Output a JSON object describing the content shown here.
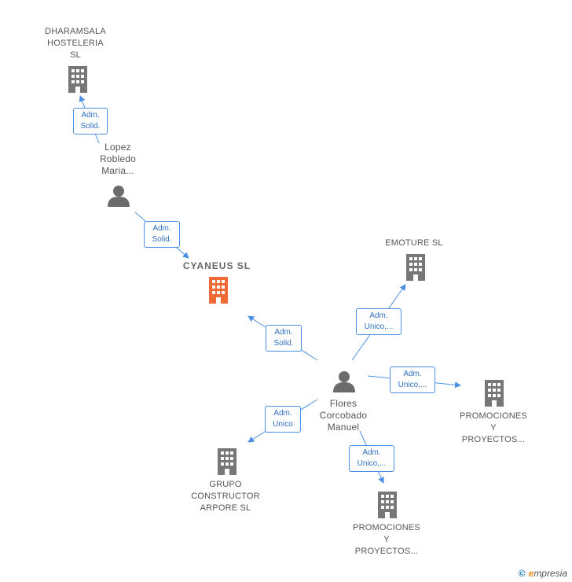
{
  "nodes": {
    "dharamsala": {
      "label_lines": [
        "DHARAMSALA",
        "HOSTELERIA",
        "SL"
      ]
    },
    "lopez": {
      "label_lines": [
        "Lopez",
        "Robledo",
        "Maria..."
      ]
    },
    "cyaneus": {
      "label": "CYANEUS SL"
    },
    "emoture": {
      "label": "EMOTURE SL"
    },
    "flores": {
      "label_lines": [
        "Flores",
        "Corcobado",
        "Manuel"
      ]
    },
    "promociones1": {
      "label_lines": [
        "PROMOCIONES",
        "Y",
        "PROYECTOS..."
      ]
    },
    "grupo": {
      "label_lines": [
        "GRUPO",
        "CONSTRUCTOR",
        "ARPORE SL"
      ]
    },
    "promociones2": {
      "label_lines": [
        "PROMOCIONES",
        "Y",
        "PROYECTOS..."
      ]
    }
  },
  "edges": {
    "lopez_dharamsala": [
      "Adm.",
      "Solid."
    ],
    "lopez_cyaneus": [
      "Adm.",
      "Solid."
    ],
    "flores_cyaneus": [
      "Adm.",
      "Solid."
    ],
    "flores_emoture": [
      "Adm.",
      "Unico,..."
    ],
    "flores_promociones1": [
      "Adm.",
      "Unico,..."
    ],
    "flores_grupo": [
      "Adm.",
      "Unico"
    ],
    "flores_promociones2": [
      "Adm.",
      "Unico,..."
    ]
  },
  "colors": {
    "company": "#777777",
    "main_company": "#f06a35",
    "person": "#6b6b6b",
    "edge": "#4a90e2"
  },
  "footer": {
    "copyright": "©",
    "brand_initial": "e",
    "brand_rest": "mpresia"
  }
}
